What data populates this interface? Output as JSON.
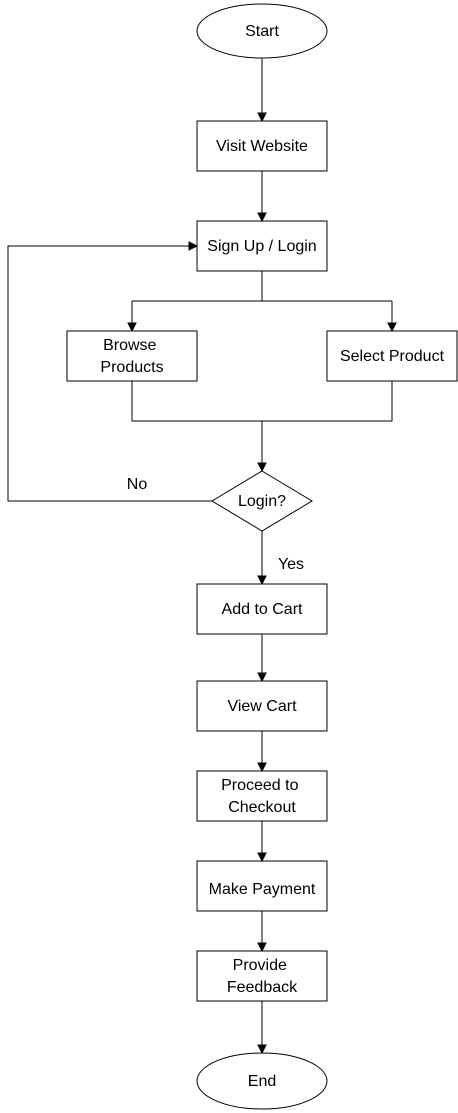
{
  "nodes": {
    "start": "Start",
    "visit_website": "Visit Website",
    "sign_up_login": "Sign Up / Login",
    "browse_products": [
      "Browse",
      "Products"
    ],
    "select_product": "Select Product",
    "login_decision": "Login?",
    "add_to_cart": "Add to Cart",
    "view_cart": "View Cart",
    "proceed_to_checkout": [
      "Proceed to",
      "Checkout"
    ],
    "make_payment": "Make Payment",
    "provide_feedback": [
      "Provide",
      "Feedback"
    ],
    "end": "End"
  },
  "edge_labels": {
    "no": "No",
    "yes": "Yes"
  }
}
